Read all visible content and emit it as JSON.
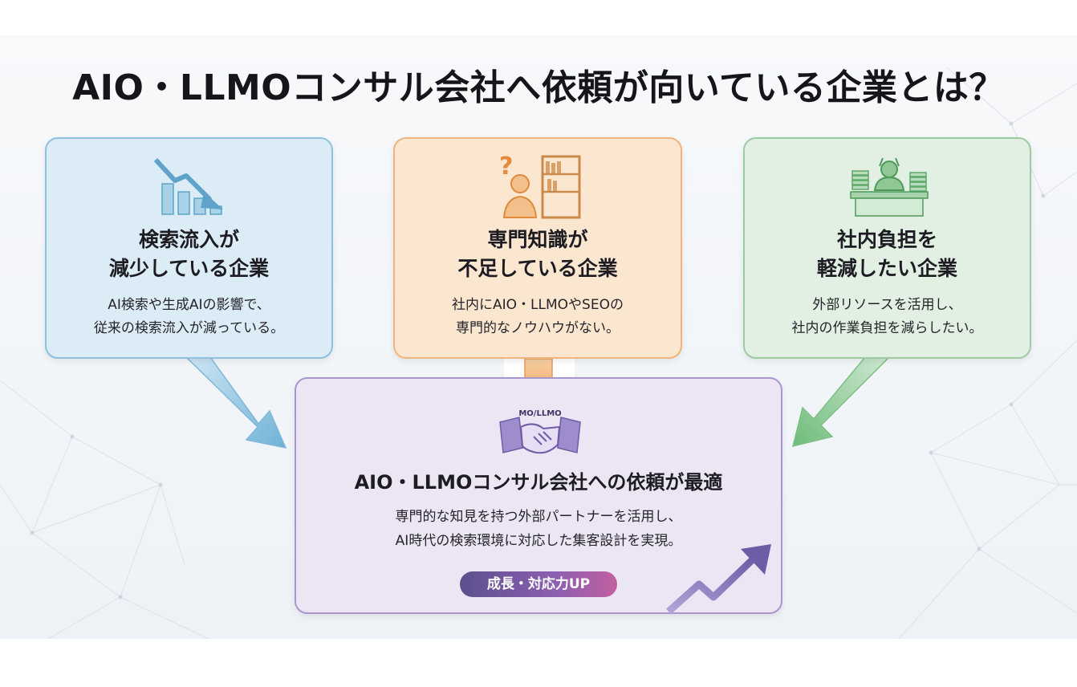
{
  "title": "AIO・LLMOコンサル会社へ依頼が向いている企業とは？",
  "cards": [
    {
      "id": "traffic-decline",
      "heading_line1": "検索流入が",
      "heading_line2": "減少している企業",
      "body_line1": "AI検索や生成AIの影響で、",
      "body_line2": "従来の検索流入が減っている。",
      "icon": "declining-chart-icon",
      "color": "#8fc1de"
    },
    {
      "id": "lack-expertise",
      "heading_line1": "専門知識が",
      "heading_line2": "不足している企業",
      "body_line1": "社内にAIO・LLMOやSEOの",
      "body_line2": "専門的なノウハウがない。",
      "icon": "question-person-bookshelf-icon",
      "color": "#f0b57c"
    },
    {
      "id": "reduce-workload",
      "heading_line1": "社内負担を",
      "heading_line2": "軽減したい企業",
      "body_line1": "外部リソースを活用し、",
      "body_line2": "社内の作業負担を減らしたい。",
      "icon": "overworked-person-icon",
      "color": "#9dcba1"
    }
  ],
  "result": {
    "heading": "AIO・LLMOコンサル会社への依頼が最適",
    "body_line1": "専門的な知見を持つ外部パートナーを活用し、",
    "body_line2": "AI時代の検索環境に対応した集客設計を実現。",
    "badge": "成長・対応力UP",
    "handshake_label": "MO/LLMO",
    "icon": "handshake-icon",
    "color": "#a897cc"
  }
}
